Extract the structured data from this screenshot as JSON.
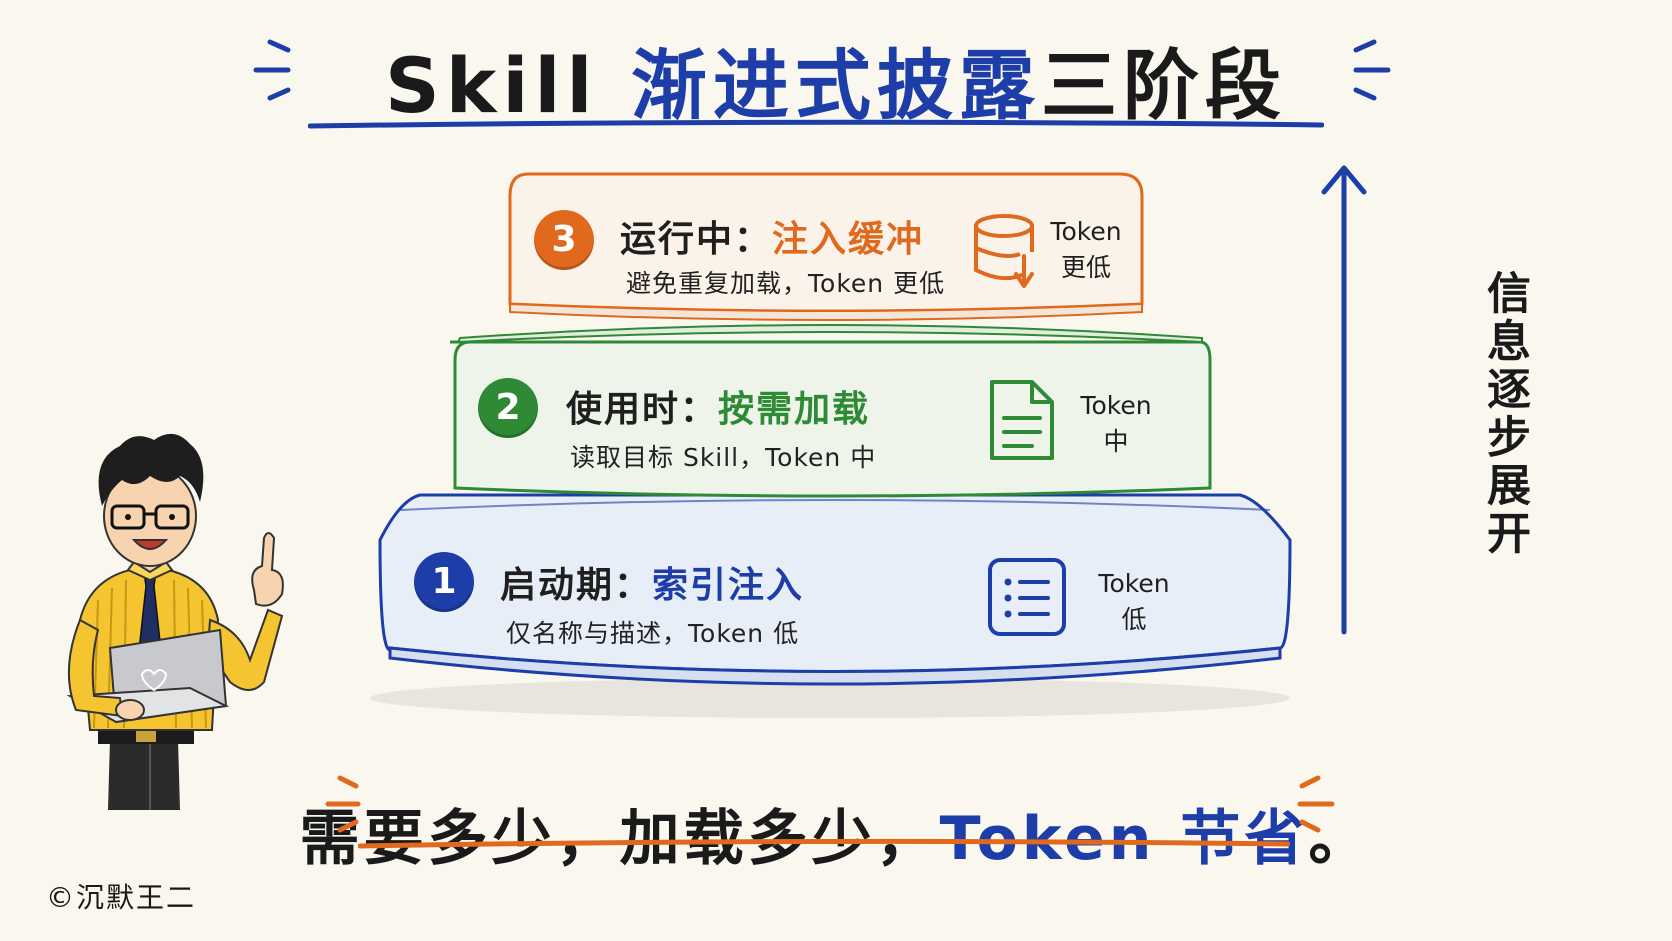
{
  "title": {
    "part1": "Skill ",
    "part2": "渐进式披露",
    "part3": "三阶段"
  },
  "tiers": [
    {
      "number": "3",
      "stage": "运行中：",
      "action": "注入缓冲",
      "description": "避免重复加载，Token 更低",
      "token_line1": "Token",
      "token_line2": "更低",
      "icon": "database-download-icon",
      "color": "#e0691e"
    },
    {
      "number": "2",
      "stage": "使用时：",
      "action": "按需加载",
      "description": "读取目标 Skill，Token 中",
      "token_line1": "Token",
      "token_line2": "中",
      "icon": "document-icon",
      "color": "#2e8a35"
    },
    {
      "number": "1",
      "stage": "启动期：",
      "action": "索引注入",
      "description": "仅名称与描述，Token 低",
      "token_line1": "Token",
      "token_line2": "低",
      "icon": "list-icon",
      "color": "#1d3da8"
    }
  ],
  "side_label": "信息逐步展开",
  "bottom": {
    "part1": "需要多少，加载多少，",
    "part2": "Token 节省",
    "part3": "。"
  },
  "copyright": "©沉默王二",
  "colors": {
    "accent_blue": "#1d3da8",
    "accent_orange": "#e0691e",
    "accent_green": "#2e8a35",
    "background": "#faf7ef"
  }
}
